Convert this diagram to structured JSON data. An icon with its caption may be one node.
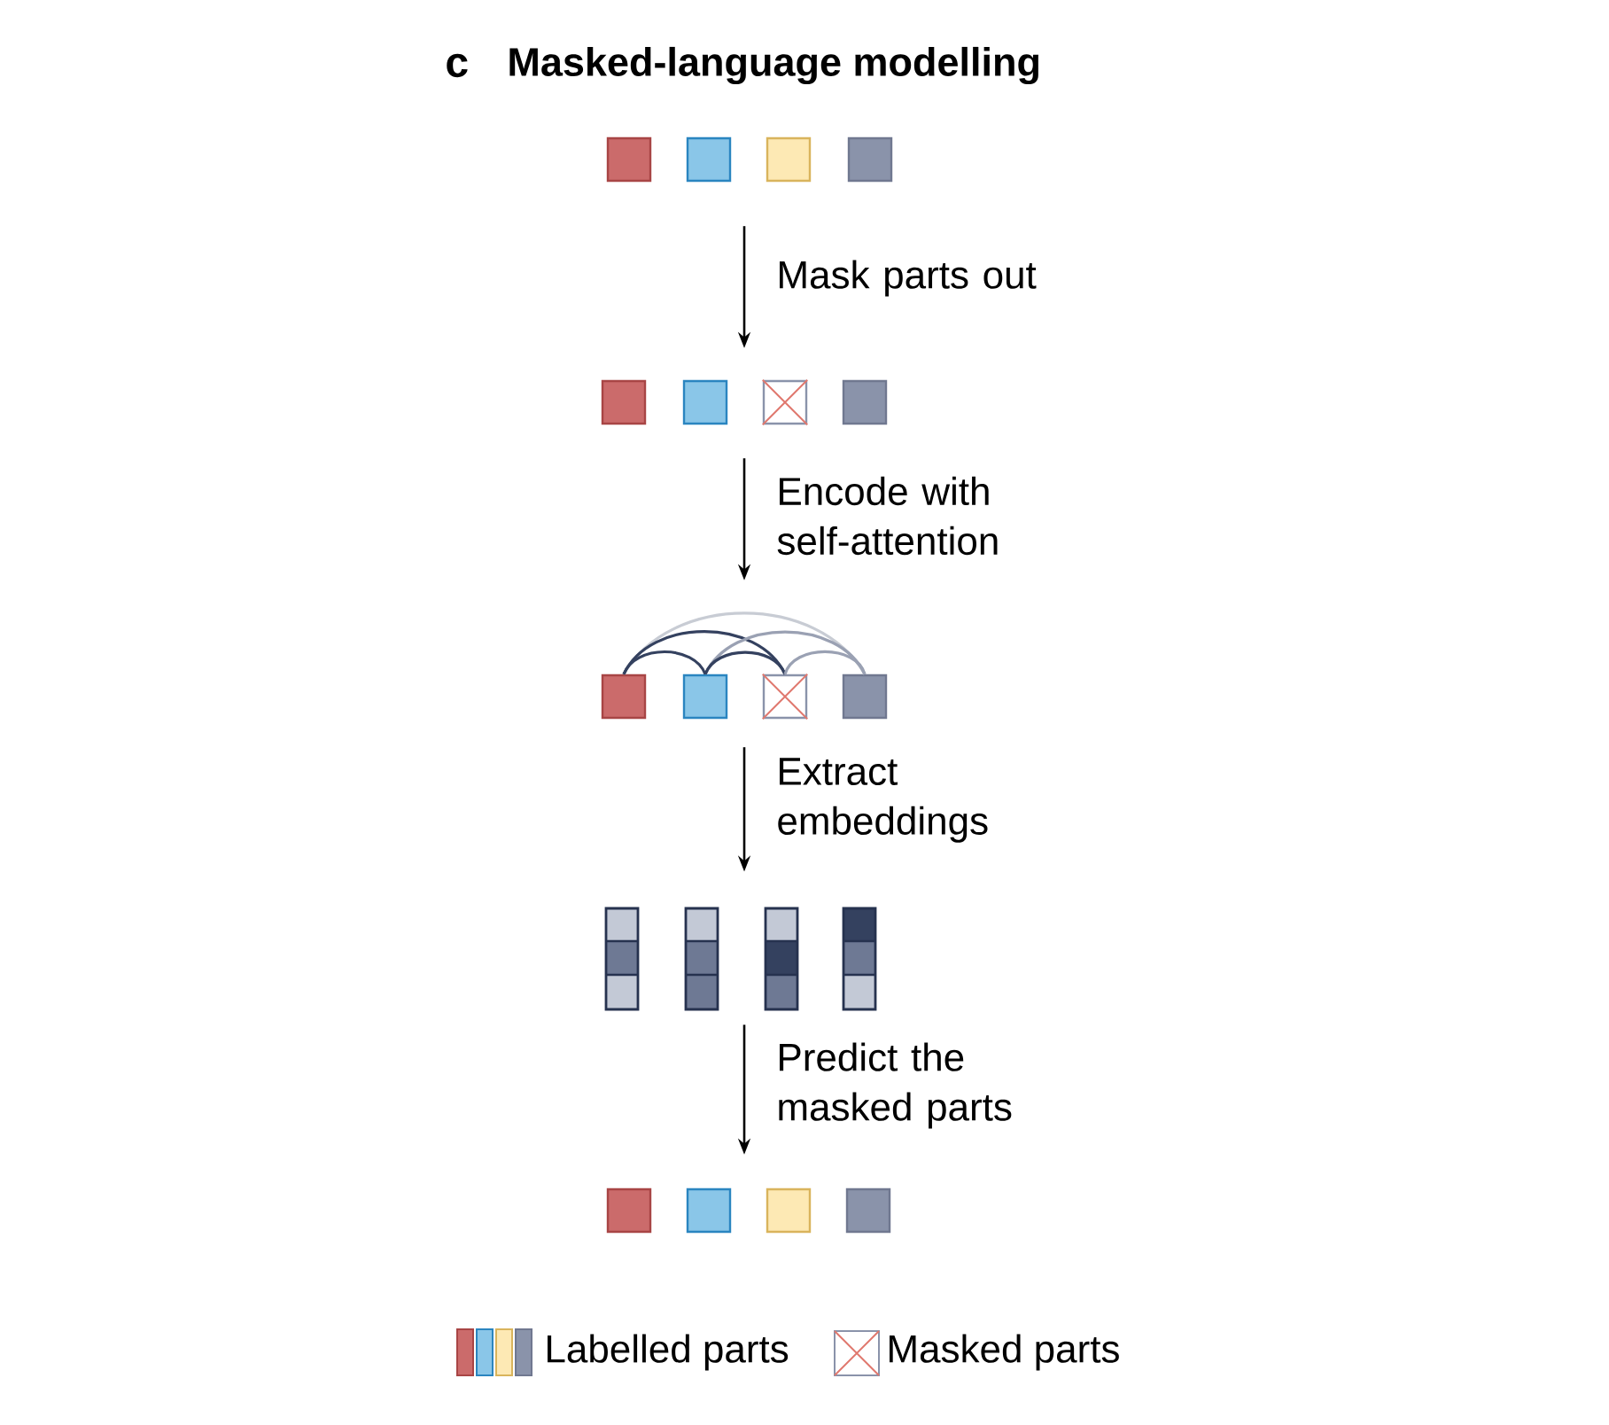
{
  "diagram": {
    "title": "Masked-language modelling",
    "nodes": [
      {
        "text": [],
        "shape": "box"
      },
      {
        "text": [],
        "shape": "box"
      },
      {
        "text": [],
        "shape": "box"
      },
      {
        "text": [],
        "shape": "box"
      },
      {
        "text": [],
        "shape": "box"
      },
      {
        "text": [],
        "shape": "box"
      },
      {
        "text": [],
        "shape": "box"
      },
      {
        "text": [],
        "shape": "box"
      },
      {
        "text": [],
        "shape": "box"
      },
      {
        "text": [],
        "shape": "box"
      },
      {
        "text": [],
        "shape": "box"
      },
      {
        "text": [],
        "shape": "box"
      },
      {
        "text": [],
        "shape": "bar"
      },
      {
        "text": [],
        "shape": "bar"
      },
      {
        "text": [],
        "shape": "bar"
      },
      {
        "text": [],
        "shape": "bar"
      },
      {
        "text": [],
        "shape": "box"
      },
      {
        "text": [],
        "shape": "box"
      },
      {
        "text": [],
        "shape": "box"
      },
      {
        "text": [],
        "shape": "box"
      }
    ],
    "edges": [
      {
        "from": 1,
        "to": 5,
        "arrow": "to",
        "label": "Mask parts out"
      },
      {
        "from": 5,
        "to": 9,
        "arrow": "to",
        "label": "Encode with self-attention"
      },
      {
        "from": 9,
        "to": 13,
        "arrow": "to",
        "label": "Extract embeddings"
      },
      {
        "from": 14,
        "to": 17,
        "arrow": "to",
        "label": "Predict the masked parts"
      },
      {
        "from": 8,
        "to": 11,
        "arrow": "none",
        "color": "#c8ccd4"
      },
      {
        "from": 8,
        "to": 10,
        "arrow": "none",
        "color": "#34415f"
      },
      {
        "from": 9,
        "to": 11,
        "arrow": "none",
        "color": "#9aa1b3"
      },
      {
        "from": 8,
        "to": 9,
        "arrow": "none",
        "color": "#34415f"
      },
      {
        "from": 9,
        "to": 10,
        "arrow": "none",
        "color": "#34415f"
      },
      {
        "from": 10,
        "to": 11,
        "arrow": "none",
        "color": "#9aa1b3"
      }
    ],
    "labels": [
      "c"
    ],
    "legend": [
      {
        "text": "Labelled parts"
      },
      {
        "text": "Masked parts"
      }
    ]
  }
}
